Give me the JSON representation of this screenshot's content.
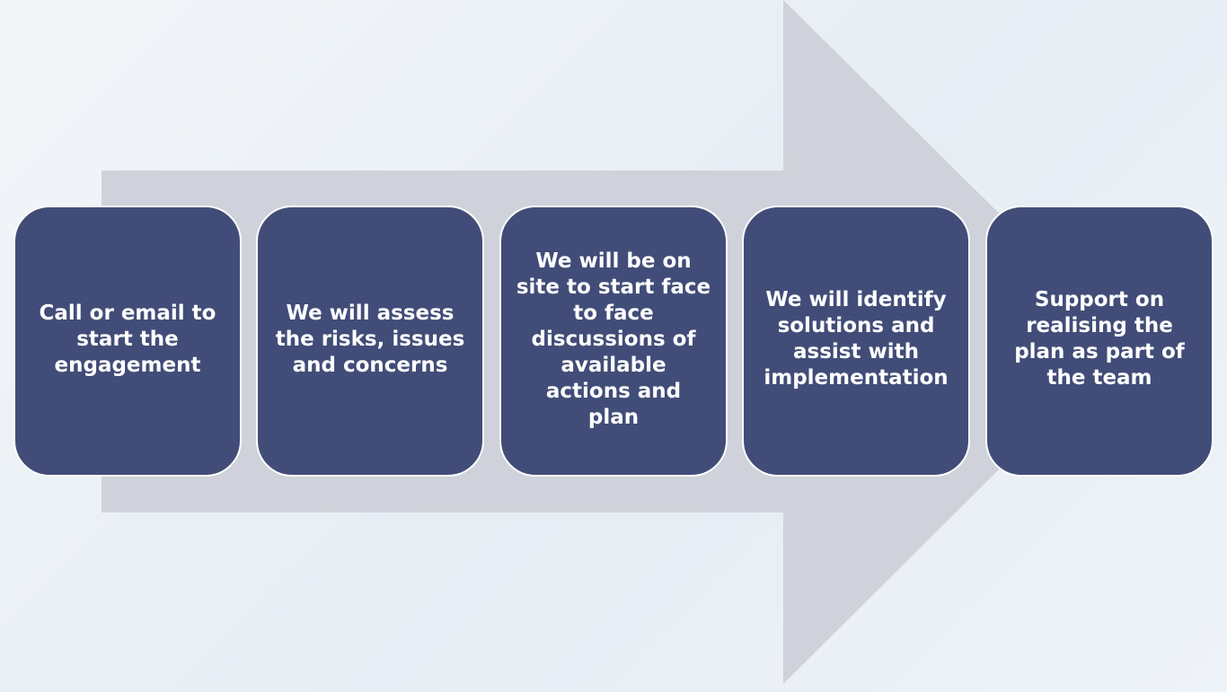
{
  "colors": {
    "arrow": "#cfd2da",
    "box_fill": "#414d78",
    "box_border": "#ffffff",
    "text": "#ffffff"
  },
  "steps": [
    {
      "text": "Call or email to\nstart the\nengagement"
    },
    {
      "text": "We will assess\nthe risks, issues\nand concerns"
    },
    {
      "text": "We will be on\nsite to start face\nto face\ndiscussions of\navailable\nactions and\nplan"
    },
    {
      "text": "We will identify\nsolutions and\nassist with\nimplementation"
    },
    {
      "text": "Support on\nrealising the\nplan as part of\nthe team"
    }
  ]
}
